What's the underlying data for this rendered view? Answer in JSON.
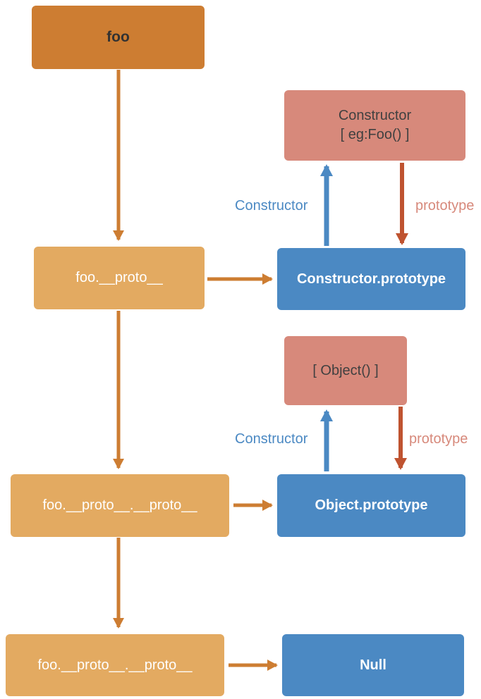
{
  "colors": {
    "dark_orange": "#cd7d32",
    "tan": "#e3aa61",
    "salmon": "#d7897b",
    "blue": "#4b89c3",
    "arrow_orange": "#cd7d32",
    "arrow_blue": "#4b89c3",
    "arrow_red": "#bf5330",
    "salmon_text": "#404040",
    "dark_text": "#323232"
  },
  "nodes": {
    "foo": {
      "label": "foo"
    },
    "constructor_fn": {
      "line1": "Constructor",
      "line2": "[ eg:Foo() ]"
    },
    "foo_proto": {
      "label": "foo.__proto__"
    },
    "constructor_prototype": {
      "label": "Constructor.prototype"
    },
    "object_fn": {
      "label": "[ Object() ]"
    },
    "foo_proto_proto": {
      "label": "foo.__proto__.__proto__"
    },
    "object_prototype": {
      "label": "Object.prototype"
    },
    "foo_proto_proto_2": {
      "label": "foo.__proto__.__proto__"
    },
    "null_node": {
      "label": "Null"
    }
  },
  "edge_labels": {
    "top": {
      "constructor": "Constructor",
      "prototype": "prototype"
    },
    "bottom": {
      "constructor": "Constructor",
      "prototype": "prototype"
    }
  }
}
